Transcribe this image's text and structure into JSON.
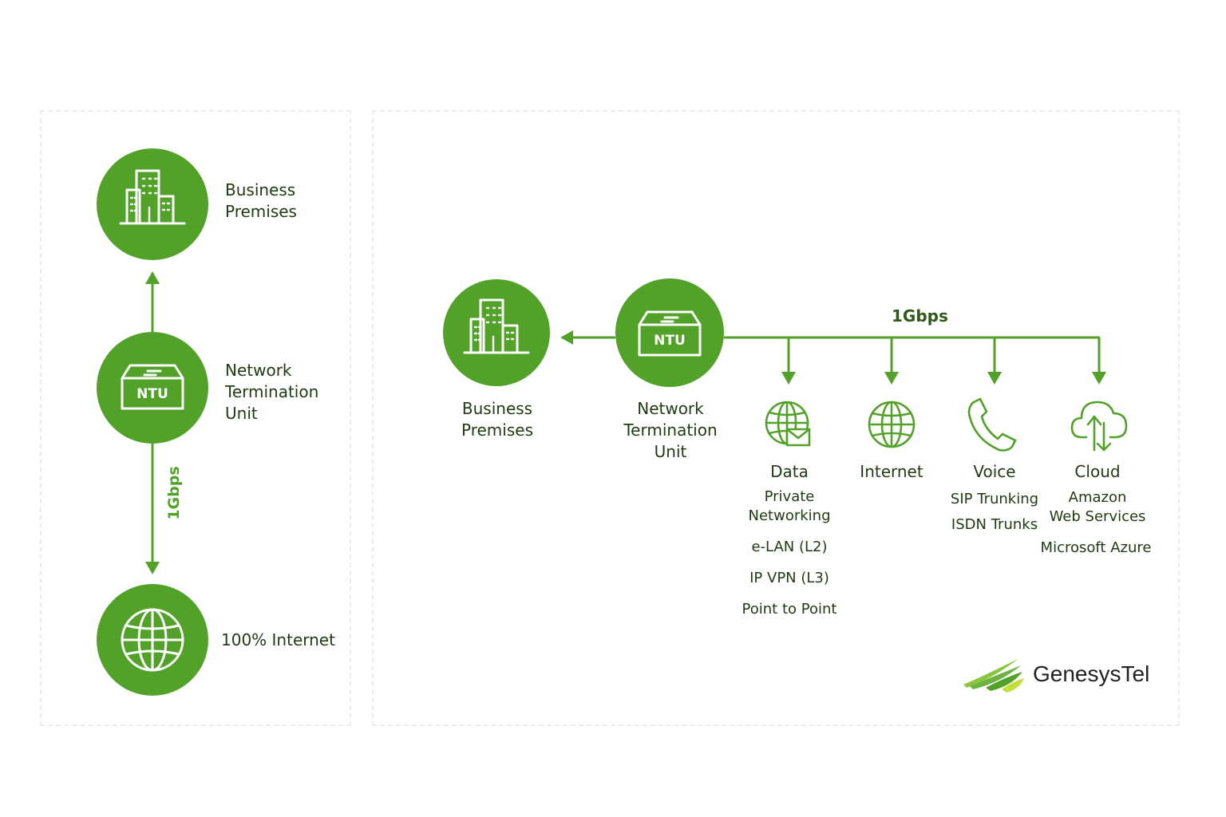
{
  "colors": {
    "accent": "#52a22a",
    "text": "#1f3b12"
  },
  "left_diagram": {
    "premises": {
      "line1": "Business",
      "line2": "Premises",
      "icon": "buildings-icon"
    },
    "ntu": {
      "badge": "NTU",
      "line1": "Network",
      "line2": "Termination",
      "line3": "Unit",
      "icon": "ntu-box-icon"
    },
    "link_speed": "1Gbps",
    "internet": {
      "label": "100% Internet",
      "icon": "globe-icon"
    }
  },
  "right_diagram": {
    "premises": {
      "line1": "Business",
      "line2": "Premises",
      "icon": "buildings-icon"
    },
    "ntu": {
      "badge": "NTU",
      "line1": "Network",
      "line2": "Termination",
      "line3": "Unit",
      "icon": "ntu-box-icon"
    },
    "link_speed": "1Gbps",
    "services": [
      {
        "title": "Data",
        "icon": "globe-mail-icon",
        "items": [
          "Private",
          "Networking",
          "e-LAN (L2)",
          "IP VPN (L3)",
          "Point to Point"
        ]
      },
      {
        "title": "Internet",
        "icon": "globe-icon",
        "items": []
      },
      {
        "title": "Voice",
        "icon": "phone-icon",
        "items": [
          "SIP Trunking",
          "ISDN Trunks"
        ]
      },
      {
        "title": "Cloud",
        "icon": "cloud-upload-icon",
        "items": [
          "Amazon",
          "Web Services",
          "Microsoft Azure"
        ]
      }
    ]
  },
  "brand": {
    "name": "GenesysTel",
    "icon": "leaf-logo-icon"
  }
}
